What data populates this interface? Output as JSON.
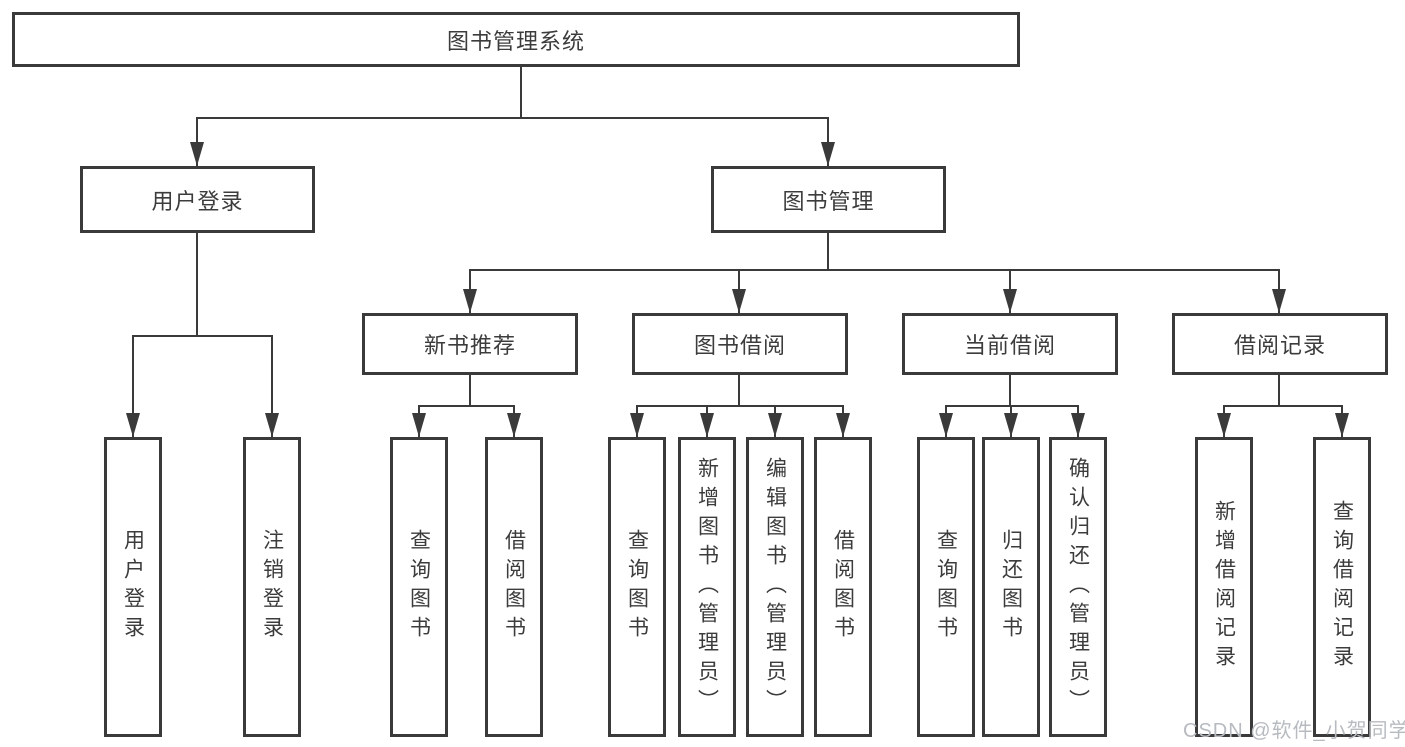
{
  "tree": {
    "root": "图书管理系统",
    "branches": [
      {
        "label": "用户登录",
        "children": [
          "用户登录",
          "注销登录"
        ]
      },
      {
        "label": "图书管理",
        "sections": [
          {
            "label": "新书推荐",
            "children": [
              "查询图书",
              "借阅图书"
            ]
          },
          {
            "label": "图书借阅",
            "children": [
              "查询图书",
              "新增图书（管理员）",
              "编辑图书（管理员）",
              "借阅图书"
            ]
          },
          {
            "label": "当前借阅",
            "children": [
              "查询图书",
              "归还图书",
              "确认归还（管理员）"
            ]
          },
          {
            "label": "借阅记录",
            "children": [
              "新增借阅记录",
              "查询借阅记录"
            ]
          }
        ]
      }
    ]
  },
  "watermark": "CSDN @软件_小贺同学",
  "colors": {
    "line": "#3a3a3a",
    "text": "#3c3c3c",
    "watermark": "#b7bbc0",
    "background": "#ffffff"
  }
}
